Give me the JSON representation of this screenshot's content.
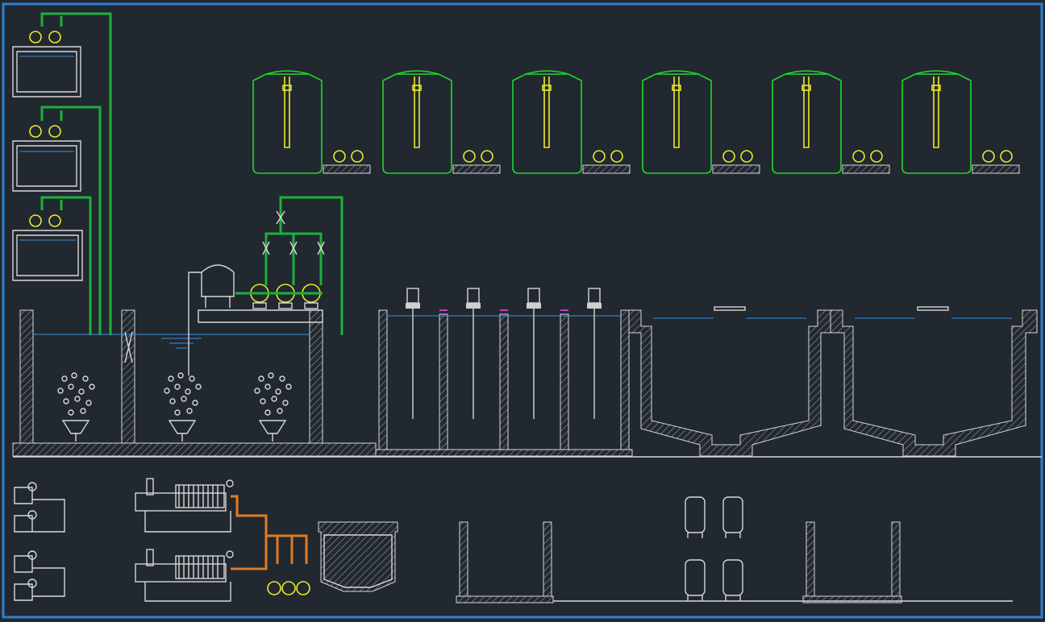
{
  "diagram": {
    "colors": {
      "background": "#212830",
      "frame": "#2f7fd0",
      "structure": "#d7d7d7",
      "pipe_green": "#1db03a",
      "tank_green": "#1fd82a",
      "pump_yellow": "#eaea28",
      "pipe_orange": "#e07b25",
      "water_blue": "#3a8fd8"
    },
    "elements": {
      "dosing_tanks": 3,
      "storage_tanks": 6,
      "aeration_diffusers": 3,
      "mixer_cells": 4,
      "sedimentation_basins": 2,
      "filter_presses": 2,
      "metering_pumps": 4,
      "small_vessels": 4
    }
  }
}
